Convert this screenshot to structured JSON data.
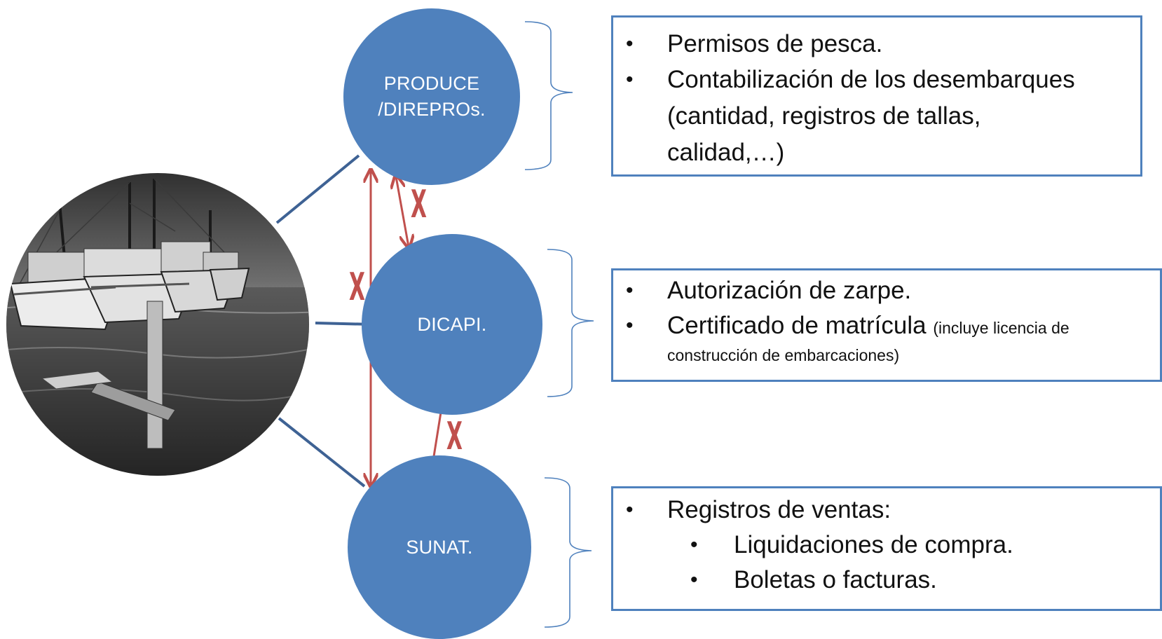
{
  "nodes": {
    "produce": [
      "PRODUCE",
      "/DIREPROs."
    ],
    "dicapi": "DICAPI.",
    "sunat": "SUNAT."
  },
  "cross_mark": "X",
  "boxes": {
    "produce": {
      "items": [
        {
          "lines": [
            "Permisos de pesca."
          ]
        },
        {
          "lines": [
            "Contabilización de los desembarques",
            "(cantidad, registros de tallas,",
            "calidad,…)"
          ]
        }
      ]
    },
    "dicapi": {
      "items": [
        {
          "text": "Autorización de zarpe."
        },
        {
          "text": "Certificado de matrícula",
          "note": "(incluye licencia de",
          "note_cont": "construcción de embarcaciones)"
        }
      ]
    },
    "sunat": {
      "items": [
        {
          "text": "Registros de ventas:"
        },
        {
          "text": "Liquidaciones de compra.",
          "level": 2
        },
        {
          "text": "Boletas o facturas.",
          "level": 2
        }
      ]
    }
  },
  "photo": {
    "subject": "fishing boats moored at a dock",
    "style": "black-and-white"
  },
  "colors": {
    "node_fill": "#4f81bd",
    "connector": "#3e6294",
    "arrow": "#c0504d",
    "box_border": "#4f81bd"
  },
  "bullet_glyph": "•"
}
